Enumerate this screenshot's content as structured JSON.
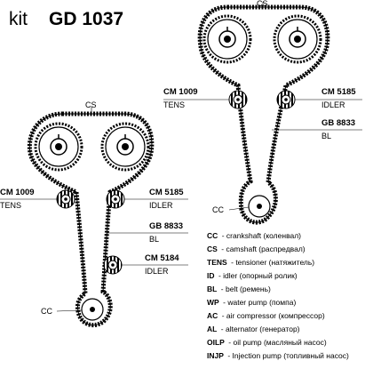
{
  "title": {
    "prefix": "kit",
    "code": "GD 1037"
  },
  "drive_left": {
    "cs_label": "CS",
    "cc_label": "CC",
    "components": [
      {
        "code": "CM 1009",
        "type": "TENS"
      },
      {
        "code": "CM 5185",
        "type": "IDLER"
      },
      {
        "code": "GB 8833",
        "type": "BL"
      },
      {
        "code": "CM 5184",
        "type": "IDLER"
      }
    ]
  },
  "drive_right": {
    "cs_label": "CS",
    "cc_label": "CC",
    "components": [
      {
        "code": "CM 1009",
        "type": "TENS"
      },
      {
        "code": "CM 5185",
        "type": "IDLER"
      },
      {
        "code": "GB 8833",
        "type": "BL"
      }
    ]
  },
  "legend": [
    {
      "abbr": "CC",
      "text": "- crankshaft (коленвал)"
    },
    {
      "abbr": "CS",
      "text": "- camshaft (распредвал)"
    },
    {
      "abbr": "TENS",
      "text": "- tensioner (натяжитель)"
    },
    {
      "abbr": "ID",
      "text": "- idler (опорный ролик)"
    },
    {
      "abbr": "BL",
      "text": "- belt (ремень)"
    },
    {
      "abbr": "WP",
      "text": "- water pump (помпа)"
    },
    {
      "abbr": "AC",
      "text": "- air compressor (компрессор)"
    },
    {
      "abbr": "AL",
      "text": "- alternator (генератор)"
    },
    {
      "abbr": "OILP",
      "text": "- oil pump (масляный насос)"
    },
    {
      "abbr": "INJP",
      "text": "- Injection pump (топливный насос)"
    }
  ]
}
